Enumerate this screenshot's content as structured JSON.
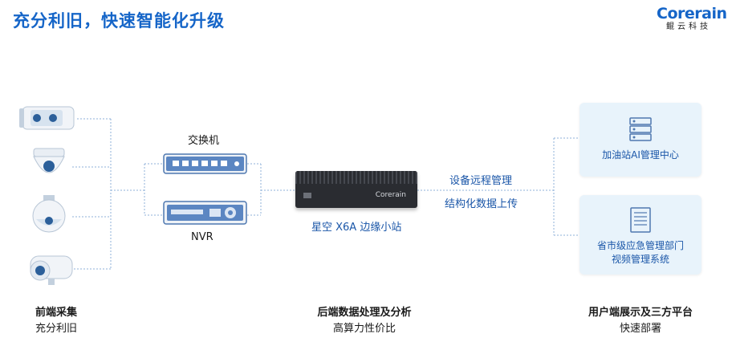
{
  "header": {
    "title": "充分利旧，快速智能化升级",
    "logo_word": "Corerain",
    "logo_sub": "鲲云科技"
  },
  "middle": {
    "switch_label": "交换机",
    "nvr_label": "NVR",
    "edge_label": "星空 X6A 边缘小站",
    "edge_brand": "Corerain",
    "link_label_1": "设备远程管理",
    "link_label_2": "结构化数据上传"
  },
  "right": {
    "card1": "加油站AI管理中心",
    "card2_line1": "省市级应急管理部门",
    "card2_line2": "视频管理系统"
  },
  "bottom": {
    "left_title": "前端采集",
    "left_sub": "充分利旧",
    "mid_title": "后端数据处理及分析",
    "mid_sub": "高算力性价比",
    "right_title": "用户端展示及三方平台",
    "right_sub": "快速部署"
  }
}
